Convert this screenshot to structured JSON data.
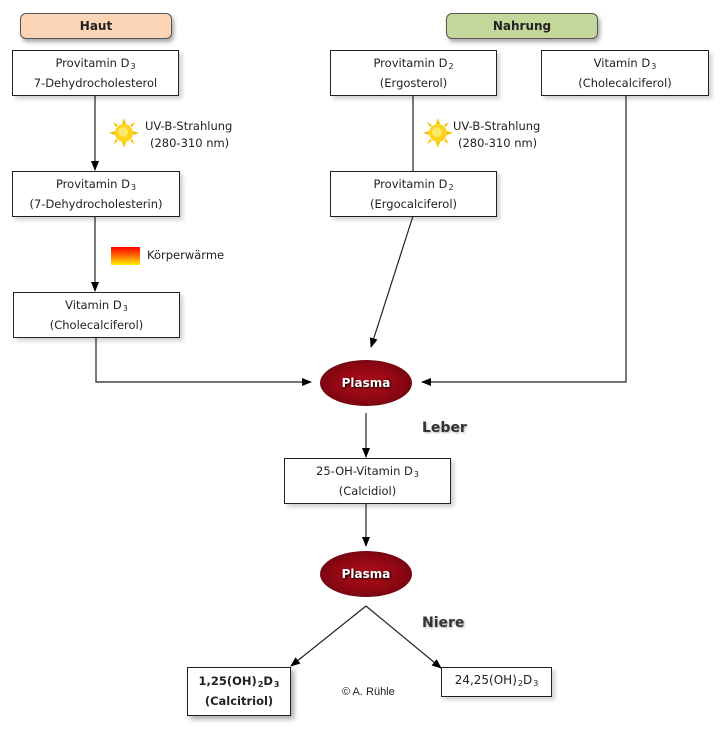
{
  "headers": {
    "haut": {
      "label": "Haut",
      "color": "#fbd5b5"
    },
    "nahrung": {
      "label": "Nahrung",
      "color": "#c4d79b"
    }
  },
  "boxes": {
    "provitamin_d3_skin": {
      "line1": "Provitamin D",
      "sub1": "3",
      "line2": "7-Dehydrocholesterol"
    },
    "provitamin_d3_mid": {
      "line1": "Provitamin D",
      "sub1": "3",
      "line2": "(7-Dehydrocholesterin)"
    },
    "vitamin_d3_skin": {
      "line1": "Vitamin D",
      "sub1": "3",
      "line2": "(Cholecalciferol)"
    },
    "provitamin_d2_food": {
      "line1": "Provitamin D",
      "sub1": "2",
      "line2": "(Ergosterol)"
    },
    "vitamin_d3_food": {
      "line1": "Vitamin D",
      "sub1": "3",
      "line2": "(Cholecalciferol)"
    },
    "provitamin_d2_mid": {
      "line1": "Provitamin D",
      "sub1": "2",
      "line2": "(Ergocalciferol)"
    },
    "calcidiol": {
      "line1": "25-OH-Vitamin D",
      "sub1": "3",
      "line2": "(Calcidiol)"
    },
    "calcitriol": {
      "pre": "1,25(OH)",
      "sub_a": "2",
      "mid": "D",
      "sub_b": "3",
      "line2": "(Calcitriol)"
    },
    "dihydroxy_24_25": {
      "pre": "24,25(OH)",
      "sub_a": "2",
      "mid": "D",
      "sub_b": "3"
    }
  },
  "labels": {
    "uvb_line1": "UV-B-Strahlung",
    "uvb_line2": "(280-310 nm)",
    "body_heat": "Körperwärme",
    "plasma": "Plasma",
    "liver": "Leber",
    "kidney": "Niere",
    "copyright": "© A. Rühle"
  },
  "icons": {
    "sun": "sun-icon",
    "heat": "heat-gradient-icon",
    "plasma": "blood-cells-icon"
  }
}
